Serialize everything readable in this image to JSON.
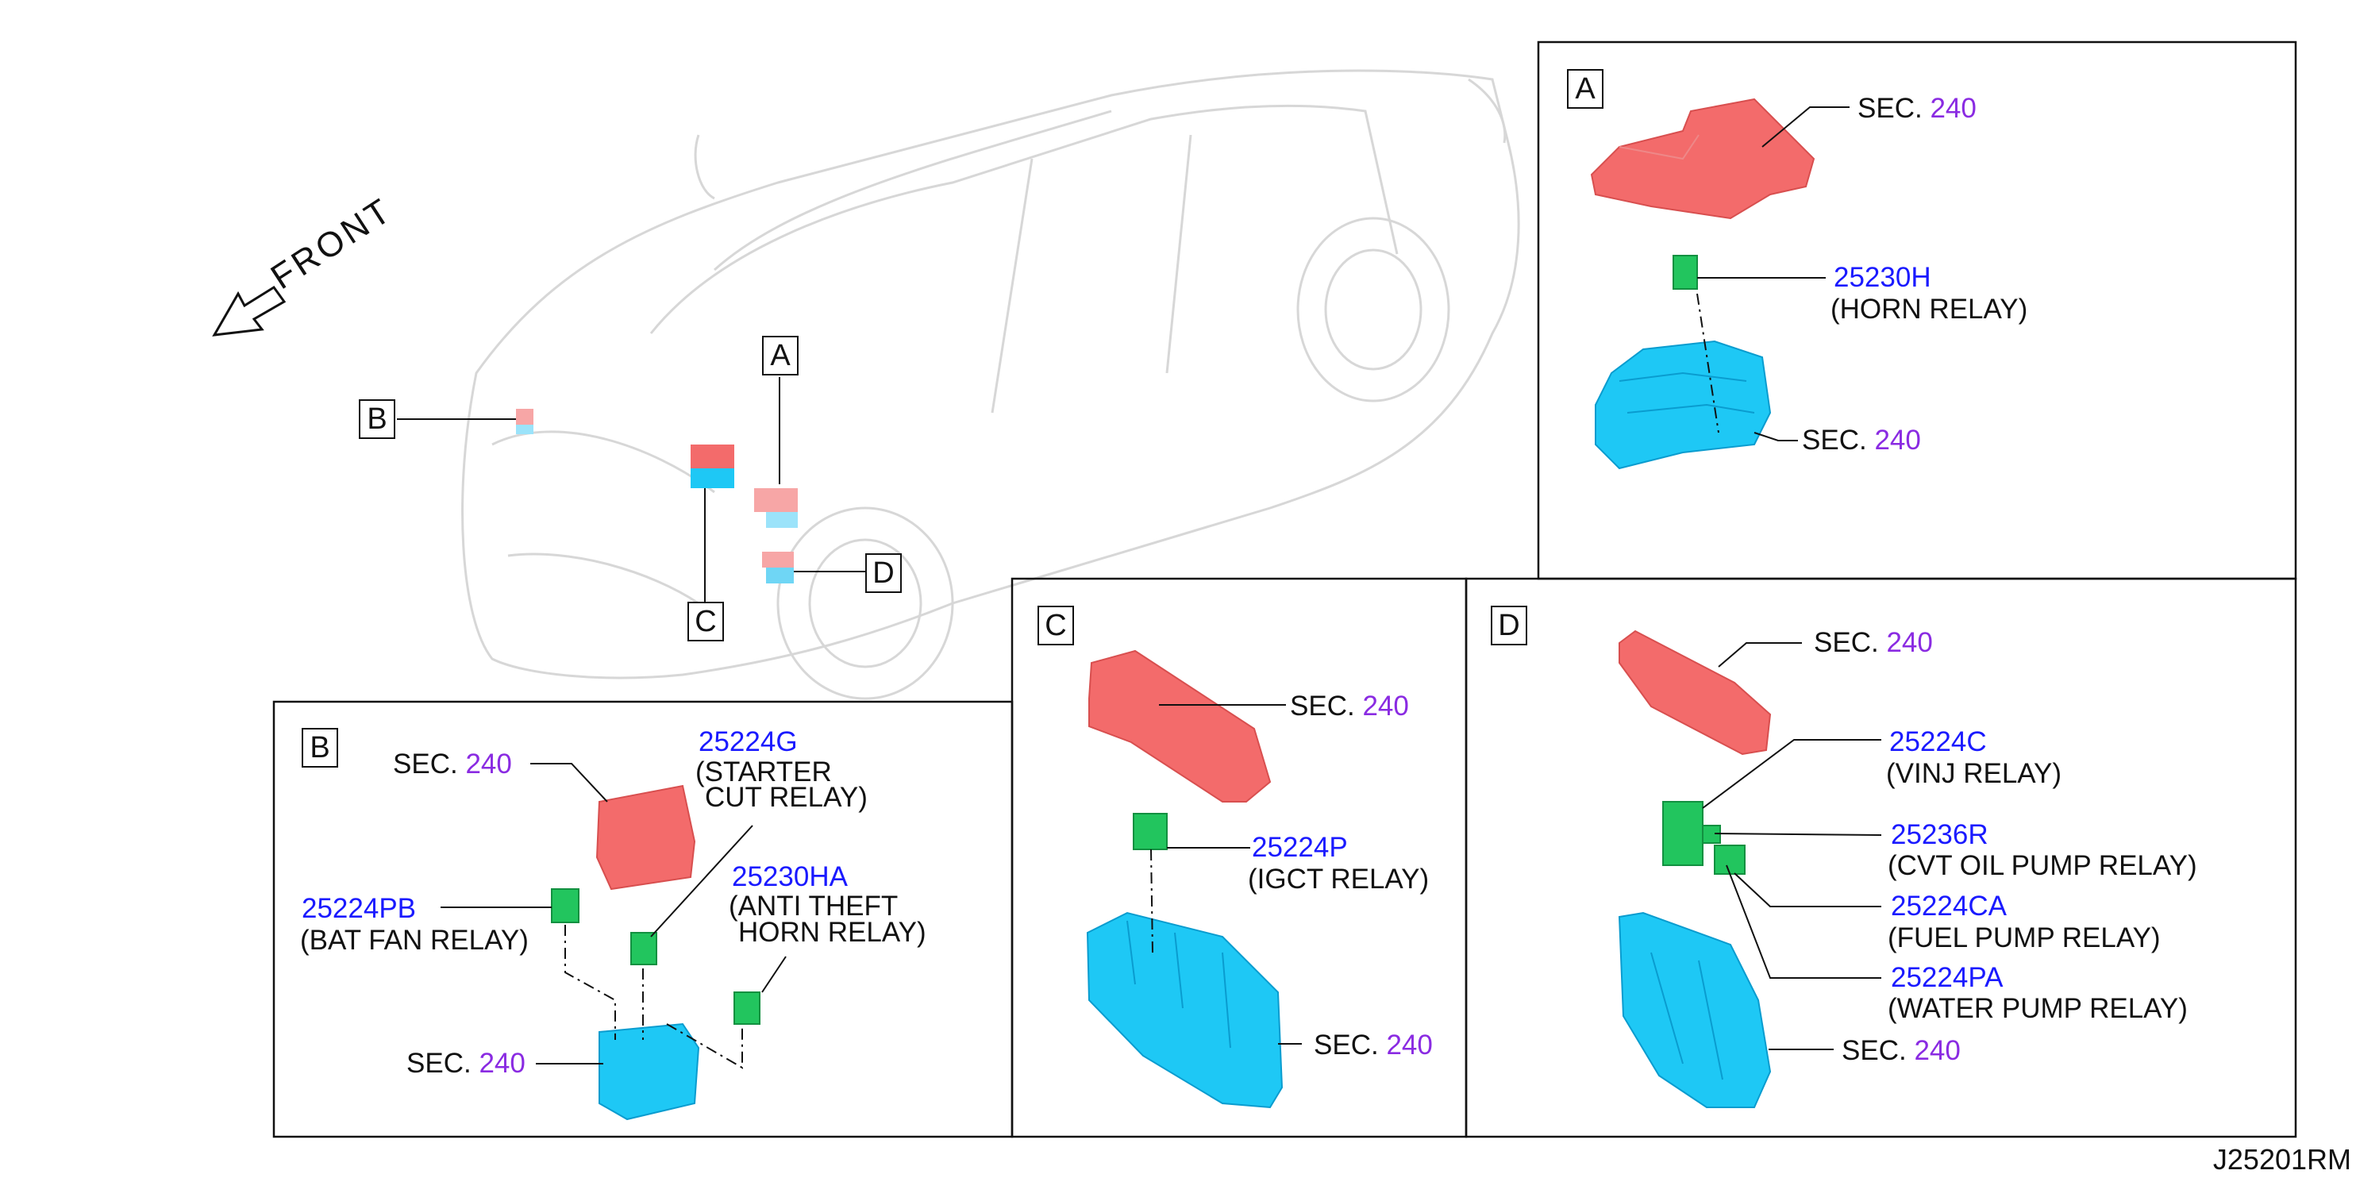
{
  "front_label": "FRONT",
  "drawing_number": "J25201RM",
  "callouts": {
    "A": "A",
    "B": "B",
    "C": "C",
    "D": "D"
  },
  "sec_prefix": "SEC.",
  "sec_ref": "240",
  "colors": {
    "relay": "#22c55e",
    "box": "#1ec8f5",
    "cover": "#f36b6b",
    "code": "#1a1aff",
    "ref": "#8a2be2"
  },
  "panel_a": {
    "horn_relay": {
      "code": "25230H",
      "name": "(HORN RELAY)"
    }
  },
  "panel_b": {
    "starter": {
      "code": "25224G",
      "line1": "(STARTER",
      "line2": "CUT RELAY)"
    },
    "bat_fan": {
      "code": "25224PB",
      "name": "(BAT FAN RELAY)"
    },
    "anti_theft": {
      "code": "25230HA",
      "line1": "(ANTI THEFT",
      "line2": "HORN RELAY)"
    }
  },
  "panel_c": {
    "igct": {
      "code": "25224P",
      "name": "(IGCT RELAY)"
    }
  },
  "panel_d": {
    "vinj": {
      "code": "25224C",
      "name": "(VINJ RELAY)"
    },
    "cvt": {
      "code": "25236R",
      "name": "(CVT OIL PUMP RELAY)"
    },
    "fuel": {
      "code": "25224CA",
      "name": "(FUEL PUMP RELAY)"
    },
    "water": {
      "code": "25224PA",
      "name": "(WATER PUMP RELAY)"
    }
  }
}
